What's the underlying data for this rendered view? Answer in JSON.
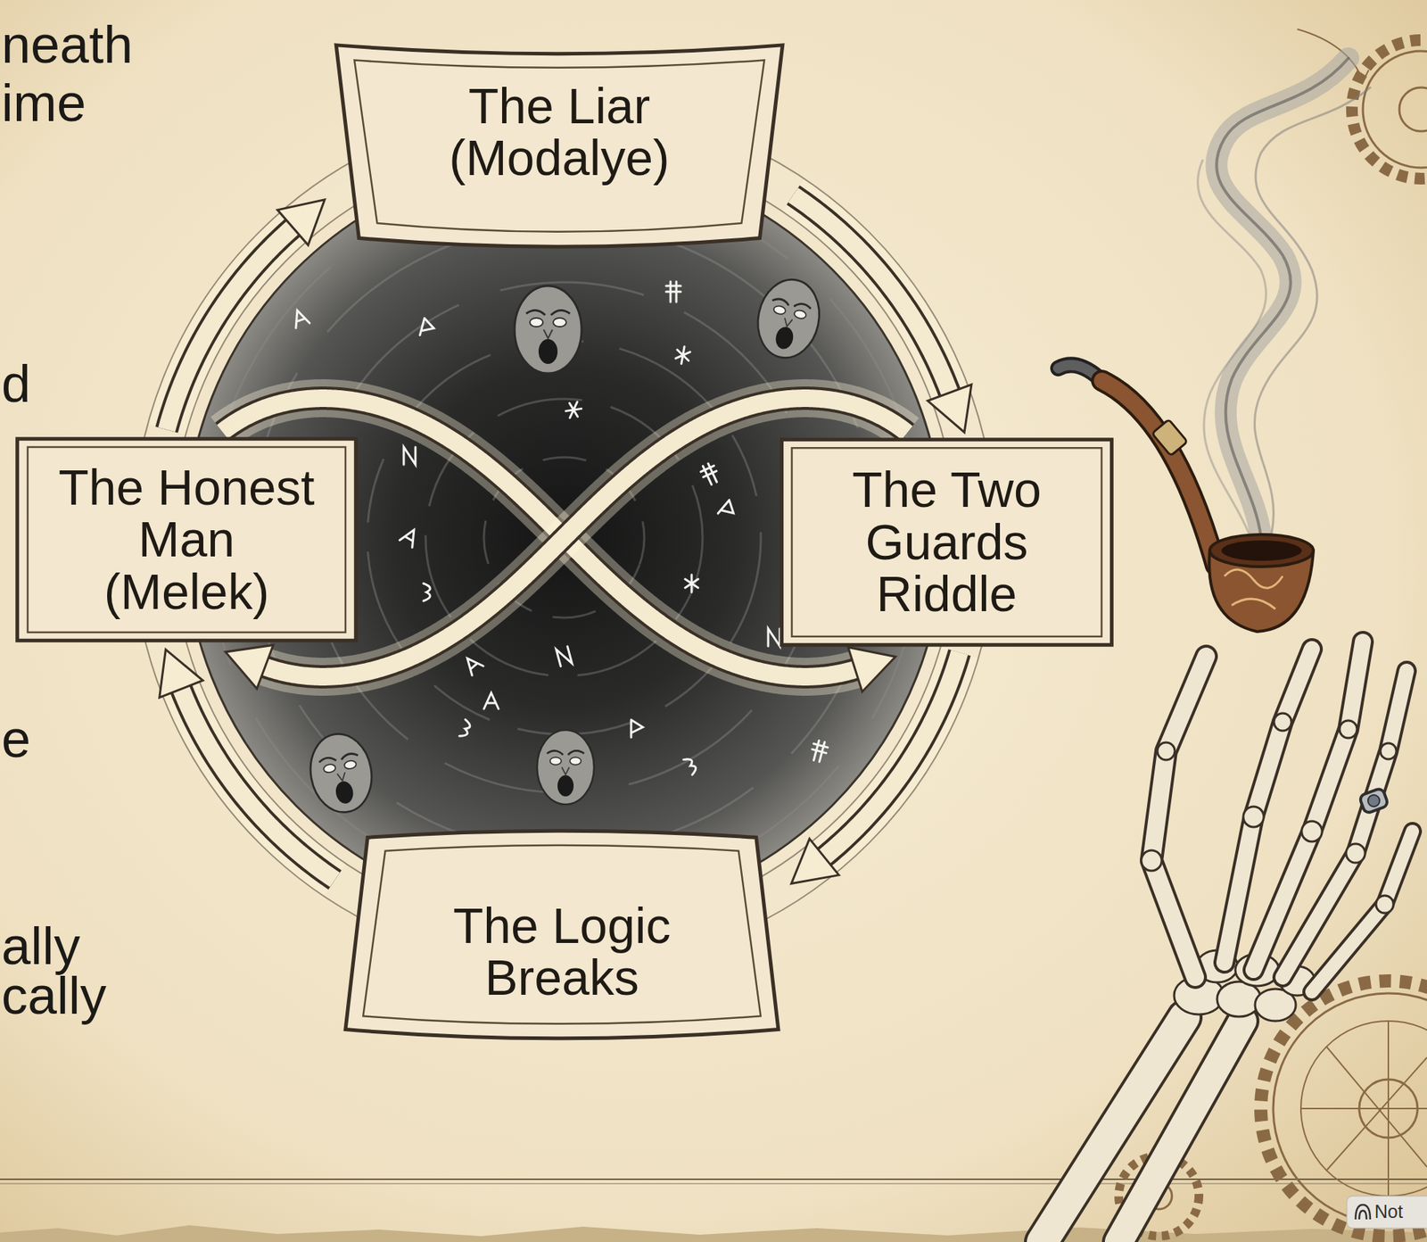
{
  "diagram": {
    "nodes": [
      {
        "text": [
          "The Liar (Modalye)"
        ]
      },
      {
        "text": [
          "The Honest Man (Melek)"
        ]
      },
      {
        "text": [
          "The Two Guards Riddle"
        ]
      },
      {
        "text": [
          "The Logic Breaks"
        ]
      }
    ],
    "edges": [
      {
        "from": 1,
        "to": 0,
        "arrow": "to"
      },
      {
        "from": 0,
        "to": 2,
        "arrow": "to"
      },
      {
        "from": 2,
        "to": 3,
        "arrow": "to"
      },
      {
        "from": 3,
        "to": 1,
        "arrow": "to"
      },
      {
        "from": 1,
        "to": 2,
        "arrow": "to"
      },
      {
        "from": 2,
        "to": 1,
        "arrow": "to"
      }
    ],
    "labels": [
      "neath",
      "ime",
      "d",
      "e",
      "ally",
      "cally",
      "Not"
    ]
  }
}
